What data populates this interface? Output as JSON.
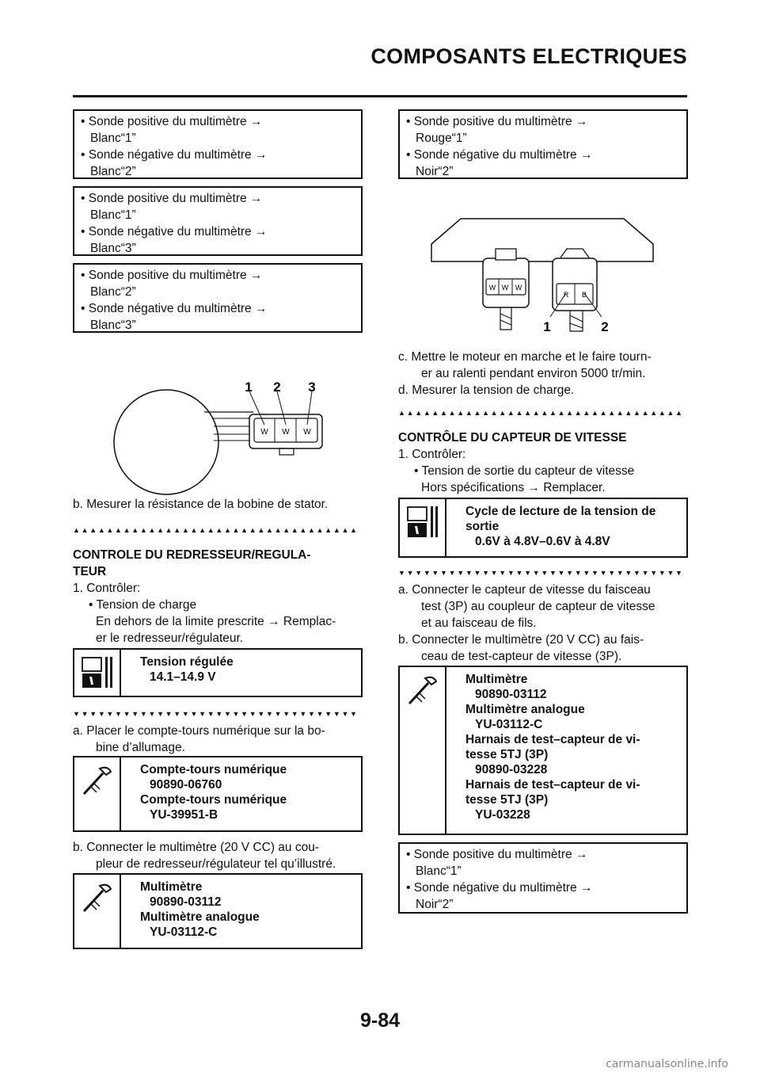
{
  "header": {
    "title": "COMPOSANTS ELECTRIQUES"
  },
  "left": {
    "probe_boxes": [
      {
        "lines": [
          "• Sonde positive du multimètre →",
          "Blanc“1”",
          "• Sonde négative du multimètre →",
          "Blanc“2”"
        ]
      },
      {
        "lines": [
          "• Sonde positive du multimètre →",
          "Blanc“1”",
          "• Sonde négative du multimètre →",
          "Blanc“3”"
        ]
      },
      {
        "lines": [
          "• Sonde positive du multimètre →",
          "Blanc“2”",
          "• Sonde négative du multimètre →",
          "Blanc“3”"
        ]
      }
    ],
    "figure": {
      "labels": [
        "1",
        "2",
        "3"
      ],
      "pins": [
        "W",
        "W",
        "W"
      ]
    },
    "step_b": "b.  Mesurer la résistance de la bobine de stator.",
    "section_heading": [
      "CONTROLE DU REDRESSEUR/REGULA-",
      "TEUR"
    ],
    "check": {
      "step": "1.  Contrôler:",
      "bullet": "• Tension de charge",
      "detail": [
        "En dehors de la limite prescrite → Remplac-",
        "er le redresseur/régulateur."
      ]
    },
    "spec_box": {
      "title": "Tension régulée",
      "value": "14.1–14.9 V"
    },
    "step_a": [
      "a.  Placer le compte-tours numérique sur la bo-",
      "bine d’allumage."
    ],
    "tool_box_1": {
      "lines": [
        "Compte-tours numérique",
        "90890-06760",
        "Compte-tours numérique",
        "YU-39951-B"
      ]
    },
    "step_b2": [
      "b.  Connecter le multimètre (20 V CC) au cou-",
      "pleur de redresseur/régulateur tel qu’illustré."
    ],
    "tool_box_2": {
      "lines": [
        "Multimètre",
        "90890-03112",
        "Multimètre analogue",
        "YU-03112-C"
      ]
    }
  },
  "right": {
    "probe_box": {
      "lines": [
        "• Sonde positive du multimètre →",
        "Rouge“1”",
        "• Sonde négative du multimètre →",
        "Noir“2”"
      ]
    },
    "figure": {
      "labels": [
        "1",
        "2"
      ],
      "pins_left": [
        "W",
        "W",
        "W"
      ],
      "pins_right": [
        "R",
        "B"
      ]
    },
    "step_c": [
      "c.  Mettre le moteur en marche et le faire tourn-",
      "er au ralenti pendant environ 5000 tr/min."
    ],
    "step_d": "d.  Mesurer la tension de charge.",
    "section_heading": "CONTRÔLE DU CAPTEUR DE VITESSE",
    "check": {
      "step": "1.  Contrôler:",
      "bullet": "• Tension de sortie du capteur de vitesse",
      "detail": "Hors spécifications → Remplacer."
    },
    "spec_box": {
      "title_lines": [
        "Cycle de lecture de la tension de",
        "sortie"
      ],
      "value": "0.6V à 4.8V–0.6V à 4.8V"
    },
    "step_a": [
      "a.  Connecter le capteur de vitesse du faisceau",
      "test (3P) au coupleur de capteur de vitesse",
      "et au faisceau de fils."
    ],
    "step_b": [
      "b.  Connecter le multimètre (20 V CC) au fais-",
      "ceau de test-capteur de vitesse (3P)."
    ],
    "tool_box": {
      "lines": [
        "Multimètre",
        "90890-03112",
        "Multimètre analogue",
        "YU-03112-C",
        "Harnais de test–capteur de vi-",
        "tesse 5TJ (3P)",
        "90890-03228",
        "Harnais de test–capteur de vi-",
        "tesse 5TJ (3P)",
        "YU-03228"
      ]
    },
    "probe_box_2": {
      "lines": [
        "• Sonde positive du multimètre →",
        "Blanc“1”",
        "• Sonde négative du multimètre →",
        "Noir“2”"
      ]
    }
  },
  "markers": {
    "up": "▲▲▲▲▲▲▲▲▲▲▲▲▲▲▲▲▲▲▲▲▲▲▲▲▲▲▲▲▲▲▲▲▲▲",
    "down": "▼▼▼▼▼▼▼▼▼▼▼▼▼▼▼▼▼▼▼▼▼▼▼▼▼▼▼▼▼▼▼▼▼▼"
  },
  "footer": {
    "page_number": "9-84",
    "watermark": "carmanualsonline.info"
  }
}
